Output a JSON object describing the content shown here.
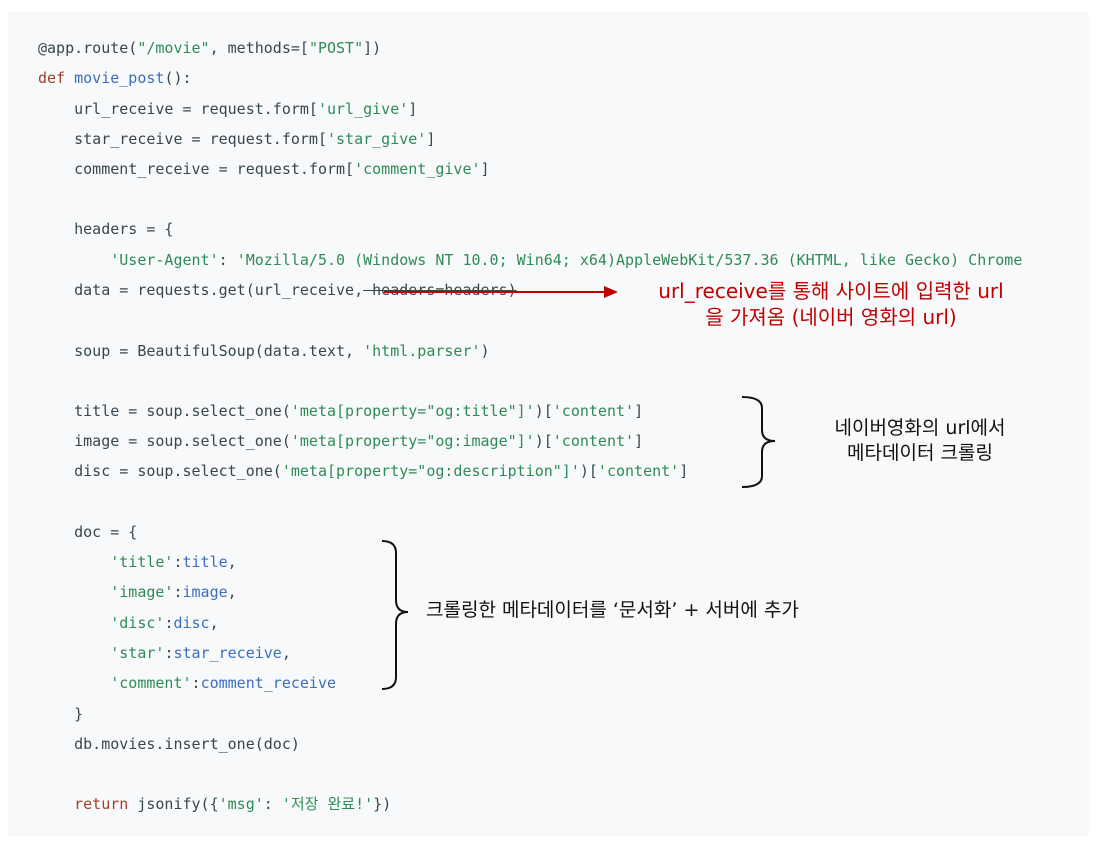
{
  "code": {
    "l1": {
      "a": "@app.route(",
      "b": "\"/movie\"",
      "c": ", methods=[",
      "d": "\"POST\"",
      "e": "])"
    },
    "l2": {
      "kw": "def ",
      "fn": "movie_post",
      "rest": "():"
    },
    "l3": {
      "a": "    url_receive = request.form[",
      "b": "'url_give'",
      "c": "]"
    },
    "l4": {
      "a": "    star_receive = request.form[",
      "b": "'star_give'",
      "c": "]"
    },
    "l5": {
      "a": "    comment_receive = request.form[",
      "b": "'comment_give'",
      "c": "]"
    },
    "l7": "    headers = {",
    "l8": {
      "indent": "        ",
      "a": "'User-Agent'",
      "b": ": ",
      "c": "'Mozilla/5.0 (Windows NT 10.0; Win64; x64)AppleWebKit/537.36 (KHTML, like Gecko) Chrome"
    },
    "l9": {
      "a": "    data = requests.get(url_receive,",
      "b": " headers=headers)"
    },
    "l11": {
      "a": "    soup = BeautifulSoup(data.text, ",
      "b": "'html.parser'",
      "c": ")"
    },
    "l13": {
      "a": "    title = soup.select_one(",
      "b": "'meta[property=\"og:title\"]'",
      "c": ")[",
      "d": "'content'",
      "e": "]"
    },
    "l14": {
      "a": "    image = soup.select_one(",
      "b": "'meta[property=\"og:image\"]'",
      "c": ")[",
      "d": "'content'",
      "e": "]"
    },
    "l15": {
      "a": "    disc = soup.select_one(",
      "b": "'meta[property=\"og:description\"]'",
      "c": ")[",
      "d": "'content'",
      "e": "]"
    },
    "l17": "    doc = {",
    "l18": {
      "indent": "        ",
      "a": "'title'",
      "b": ":",
      "c": "title",
      "d": ","
    },
    "l19": {
      "indent": "        ",
      "a": "'image'",
      "b": ":",
      "c": "image",
      "d": ","
    },
    "l20": {
      "indent": "        ",
      "a": "'disc'",
      "b": ":",
      "c": "disc",
      "d": ","
    },
    "l21": {
      "indent": "        ",
      "a": "'star'",
      "b": ":",
      "c": "star_receive",
      "d": ","
    },
    "l22": {
      "indent": "        ",
      "a": "'comment'",
      "b": ":",
      "c": "comment_receive"
    },
    "l23": "    }",
    "l24": "    db.movies.insert_one(doc)",
    "l26": {
      "indent": "    ",
      "kw": "return",
      "a": " jsonify({",
      "b": "'msg'",
      "c": ": ",
      "d": "'저장 완료!'",
      "e": "})"
    }
  },
  "annotations": {
    "note1_line1": "url_receive를 통해 사이트에 입력한 url",
    "note1_line2": "을 가져옴 (네이버 영화의 url)",
    "note2_line1": "네이버영화의 url에서",
    "note2_line2": "메타데이터 크롤링",
    "note3": "크롤링한 메타데이터를 ‘문서화’ + 서버에 추가"
  },
  "colors": {
    "background": "#f8f9fa",
    "keyword": "#a0412b",
    "function": "#3b6ebf",
    "string": "#2e8b57",
    "annotation_red": "#c00000"
  }
}
